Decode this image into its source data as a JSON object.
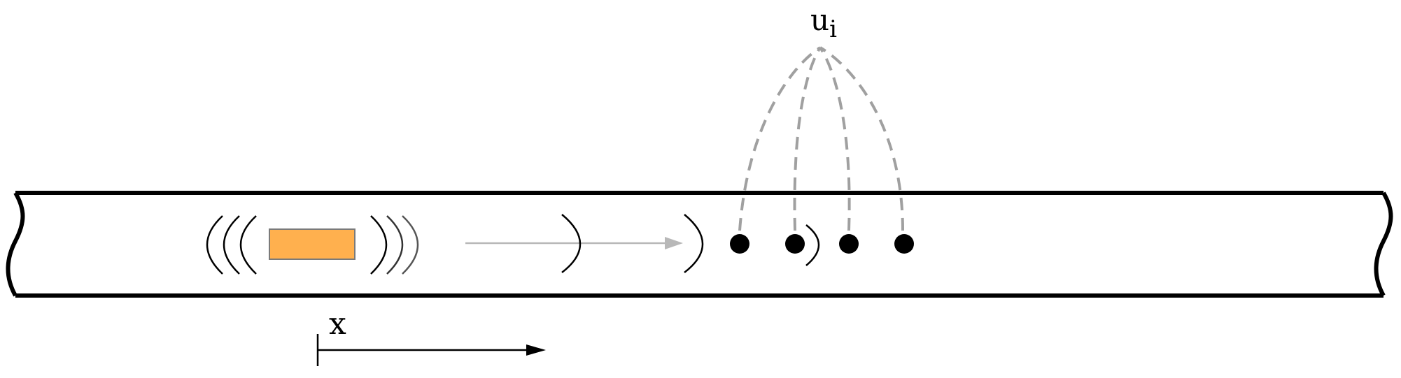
{
  "labels": {
    "sensor_label_main": "u",
    "sensor_label_sub": "i",
    "axis_label": "x"
  },
  "colors": {
    "pipe_stroke": "#000000",
    "source_fill": "#FFB04E",
    "source_stroke": "#7a7a7a",
    "flow_arrow": "#b8b8b8",
    "connector_dash": "#a0a0a0",
    "sensor_fill": "#000000"
  },
  "sensors": [
    {
      "name": "sensor-1"
    },
    {
      "name": "sensor-2"
    },
    {
      "name": "sensor-3"
    },
    {
      "name": "sensor-4"
    }
  ]
}
